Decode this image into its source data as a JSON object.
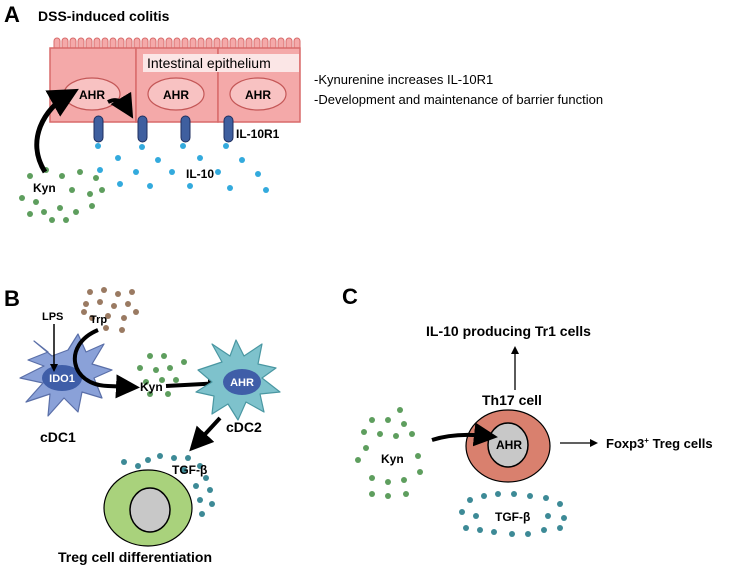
{
  "panel_a": {
    "letter": "A",
    "title": "DSS-induced colitis",
    "epithelium_label": "Intestinal epithelium",
    "cells": [
      "AHR",
      "AHR",
      "AHR"
    ],
    "receptor_label": "IL-10R1",
    "cytokine_label": "IL-10",
    "metabolite_label": "Kyn",
    "notes": [
      "-Kynurenine increases IL-10R1",
      "-Development and maintenance of barrier function"
    ]
  },
  "panel_b": {
    "letter": "B",
    "lps_label": "LPS",
    "trp_label": "Trp",
    "enzyme_label": "IDO1",
    "kyn_label": "Kyn",
    "ahr_label": "AHR",
    "cdc1_label": "cDC1",
    "cdc2_label": "cDC2",
    "tgf_label": "TGF-β",
    "outcome_label": "Treg cell differentiation"
  },
  "panel_c": {
    "letter": "C",
    "tr1_label": "IL-10 producing Tr1 cells",
    "th17_label": "Th17 cell",
    "ahr_label": "AHR",
    "kyn_label": "Kyn",
    "tgf_label": "TGF-β",
    "treg_label_main": "Foxp3",
    "treg_label_sup": "+",
    "treg_label_rest": " Treg cells"
  },
  "colors": {
    "epithelium_fill": "#f4a9a9",
    "epithelium_stroke": "#d86a6a",
    "receptor": "#3f5f9f",
    "il10_dots": "#33aadd",
    "kyn_dots": "#5e9e5e",
    "trp_dots": "#9a7a62",
    "tgf_dots": "#3d8a96",
    "cdc1": "#8aa1d8",
    "cdc2": "#7ec2cc",
    "treg_cell": "#a9d27c",
    "th17_cell": "#d9806e",
    "nucleus": "#c8c8c8"
  }
}
